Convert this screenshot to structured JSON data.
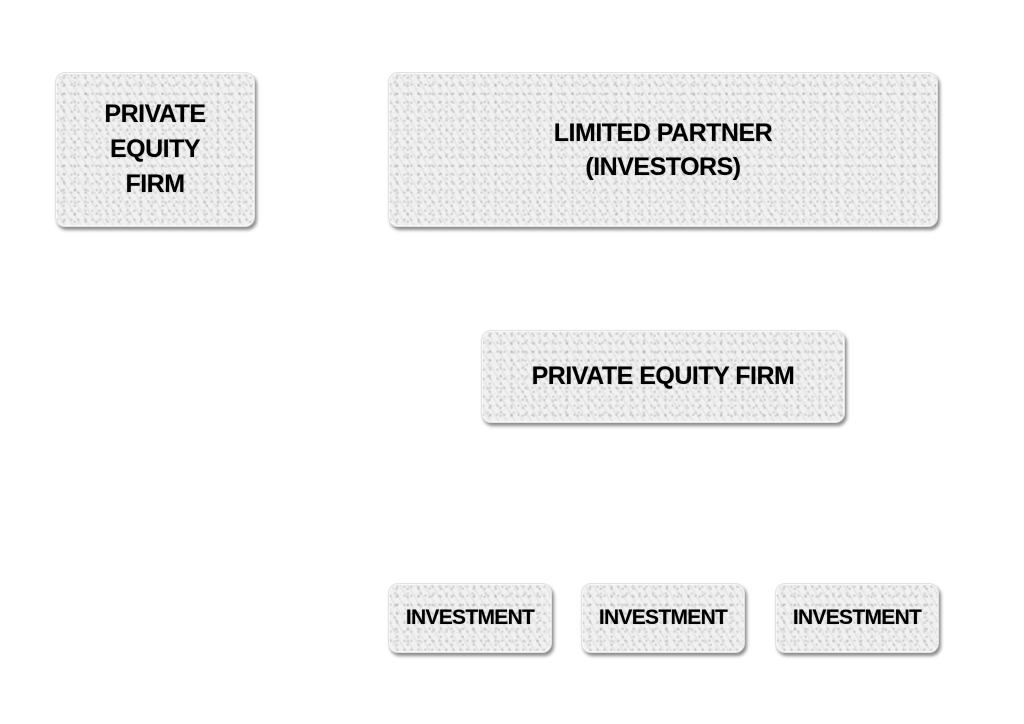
{
  "diagram": {
    "private_equity_firm_left": "PRIVATE\nEQUITY\nFIRM",
    "limited_partner": "LIMITED PARTNER\n(INVESTORS)",
    "private_equity_firm_center": "PRIVATE EQUITY FIRM",
    "investments": [
      "INVESTMENT",
      "INVESTMENT",
      "INVESTMENT"
    ]
  }
}
